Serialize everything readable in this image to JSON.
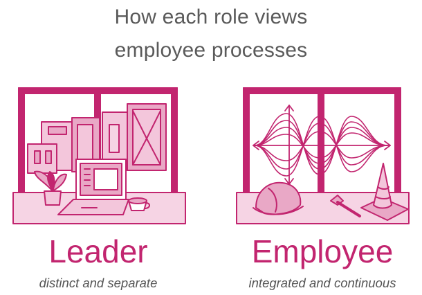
{
  "title": {
    "line1": "How each role views",
    "line2": "employee processes"
  },
  "panels": [
    {
      "role": "Leader",
      "description": "distinct and separate"
    },
    {
      "role": "Employee",
      "description": "integrated and continuous"
    }
  ],
  "colors": {
    "accent": "#c2256f",
    "fill_light": "#f6d4e4",
    "fill_mid": "#e9a8c6",
    "text_gray": "#5a5a5a"
  }
}
